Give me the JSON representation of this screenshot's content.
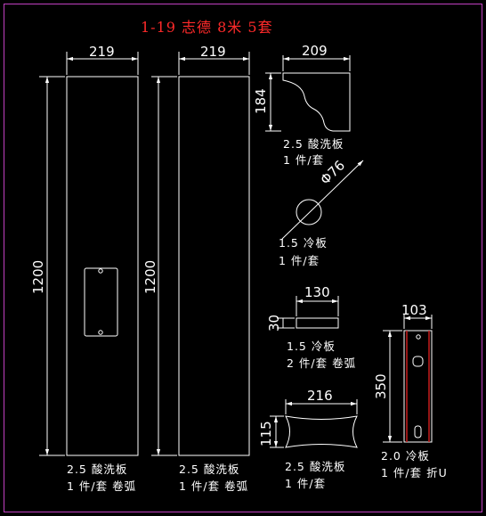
{
  "title": "1-19 志德 8米   5套",
  "colors": {
    "background": "#000000",
    "line": "#ffffff",
    "title": "#ff2a2a",
    "accent": "#c81e1e",
    "frame": "#c040c0"
  },
  "parts": [
    {
      "id": "panel-a",
      "width": "219",
      "height": "1200",
      "material": "2.5 酸洗板",
      "qty": "1 件/套 卷弧"
    },
    {
      "id": "panel-b",
      "width": "219",
      "height": "1200",
      "material": "2.5 酸洗板",
      "qty": "1 件/套 卷弧"
    },
    {
      "id": "molding",
      "width": "209",
      "height": "184",
      "material": "2.5 酸洗板",
      "qty": "1 件/套"
    },
    {
      "id": "disc",
      "diameter": "Φ76",
      "material": "1.5 冷板",
      "qty": "1 件/套"
    },
    {
      "id": "strip",
      "width": "130",
      "height": "30",
      "material": "1.5 冷板",
      "qty": "2 件/套 卷弧"
    },
    {
      "id": "saddle",
      "width": "216",
      "height": "115",
      "material": "2.5 酸洗板",
      "qty": "1 件/套"
    },
    {
      "id": "bracket",
      "width": "103",
      "height": "350",
      "material": "2.0 冷板",
      "qty": "1 件/套 折U"
    }
  ]
}
